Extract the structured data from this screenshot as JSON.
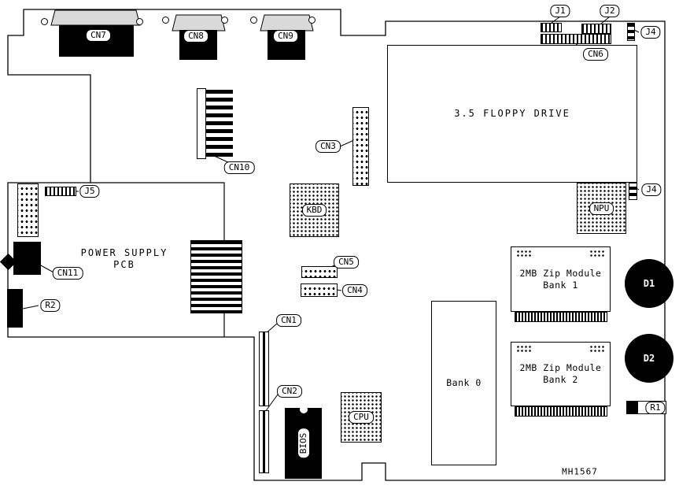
{
  "board": {
    "part_number": "MH1567",
    "colors": {
      "ink": "#000000",
      "background": "#ffffff"
    },
    "regions": {
      "floppy_drive": "3.5 FLOPPY DRIVE",
      "power_supply_line1": "POWER SUPPLY",
      "power_supply_line2": "PCB",
      "bank0": "Bank 0",
      "zip_bank1_line1": "2MB Zip Module",
      "zip_bank1_line2": "Bank 1",
      "zip_bank2_line1": "2MB Zip Module",
      "zip_bank2_line2": "Bank 2"
    },
    "callouts": {
      "cn1": "CN1",
      "cn2": "CN2",
      "cn3": "CN3",
      "cn4": "CN4",
      "cn5": "CN5",
      "cn6": "CN6",
      "cn7": "CN7",
      "cn8": "CN8",
      "cn9": "CN9",
      "cn10": "CN10",
      "cn11": "CN11",
      "j1": "J1",
      "j2": "J2",
      "j4_top": "J4",
      "j4_right": "J4",
      "j5": "J5",
      "kbd": "KBD",
      "npu": "NPU",
      "cpu": "CPU",
      "bios": "BIOS",
      "d1": "D1",
      "d2": "D2",
      "r1": "R1",
      "r2": "R2"
    }
  }
}
